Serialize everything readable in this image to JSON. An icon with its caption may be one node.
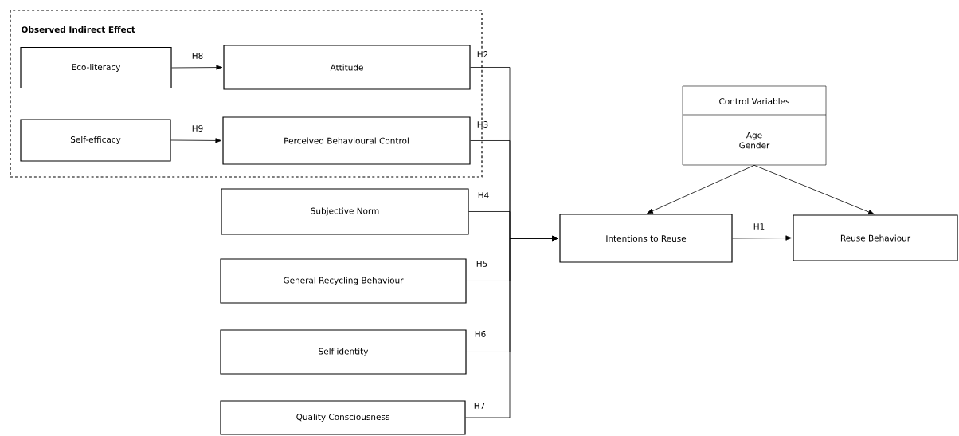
{
  "diagram": {
    "nodes": [
      {
        "text": [
          "Observed Indirect Effect"
        ]
      },
      {
        "text": [
          "Eco-literacy"
        ],
        "in": 0
      },
      {
        "text": [
          "Attitude"
        ],
        "in": 0
      },
      {
        "text": [
          "Self-efficacy"
        ],
        "in": 0
      },
      {
        "text": [
          "Perceived Behavioural Control"
        ],
        "in": 0
      },
      {
        "text": [
          "Subjective Norm"
        ]
      },
      {
        "text": [
          "General Recycling Behaviour"
        ]
      },
      {
        "text": [
          "Self-identity"
        ]
      },
      {
        "text": [
          "Quality Consciousness"
        ]
      },
      {
        "text": [
          "Control Variables",
          "Age Gender"
        ]
      },
      {
        "text": [
          "Intentions to Reuse"
        ]
      },
      {
        "text": [
          "Reuse Behaviour"
        ]
      }
    ],
    "edges": [
      {
        "from": 1,
        "to": 2,
        "arrow": "to",
        "label": "H8"
      },
      {
        "from": 3,
        "to": 4,
        "arrow": "to",
        "label": "H9"
      },
      {
        "from": 2,
        "to": 10,
        "arrow": "to",
        "label": "H2"
      },
      {
        "from": 4,
        "to": 10,
        "arrow": "to",
        "label": "H3"
      },
      {
        "from": 5,
        "to": 10,
        "arrow": "to",
        "label": "H4"
      },
      {
        "from": 6,
        "to": 10,
        "arrow": "to",
        "label": "H5"
      },
      {
        "from": 7,
        "to": 10,
        "arrow": "to",
        "label": "H6"
      },
      {
        "from": 8,
        "to": 10,
        "arrow": "to",
        "label": "H7"
      },
      {
        "from": 10,
        "to": 11,
        "arrow": "to",
        "label": "H1"
      },
      {
        "from": 9,
        "to": 10,
        "arrow": "to"
      },
      {
        "from": 9,
        "to": 11,
        "arrow": "to"
      }
    ]
  }
}
